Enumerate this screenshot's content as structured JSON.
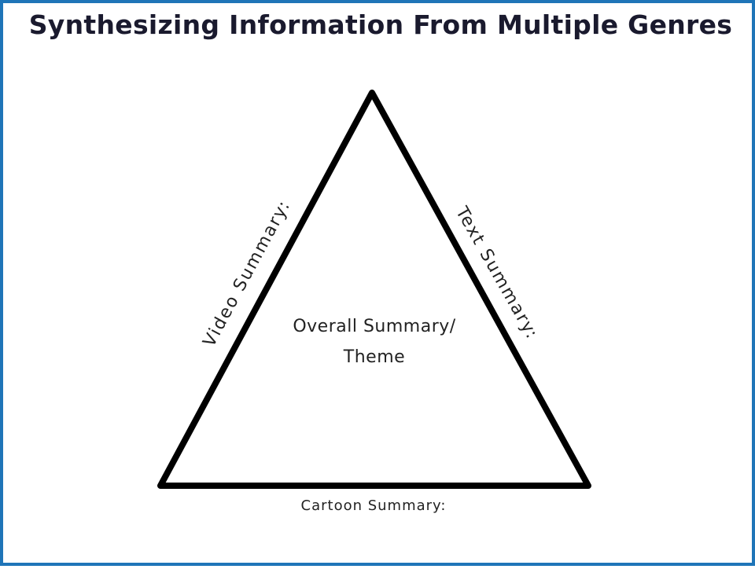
{
  "slide": {
    "title": "Synthesizing Information From Multiple Genres",
    "border_color": "#1f75b8"
  },
  "diagram": {
    "shape": "triangle",
    "stroke_color": "#000000",
    "sides": {
      "left_label": "Video Summary:",
      "right_label": "Text Summary:",
      "bottom_label": "Cartoon Summary:"
    },
    "center": {
      "line1": "Overall Summary/",
      "line2": "Theme"
    }
  }
}
